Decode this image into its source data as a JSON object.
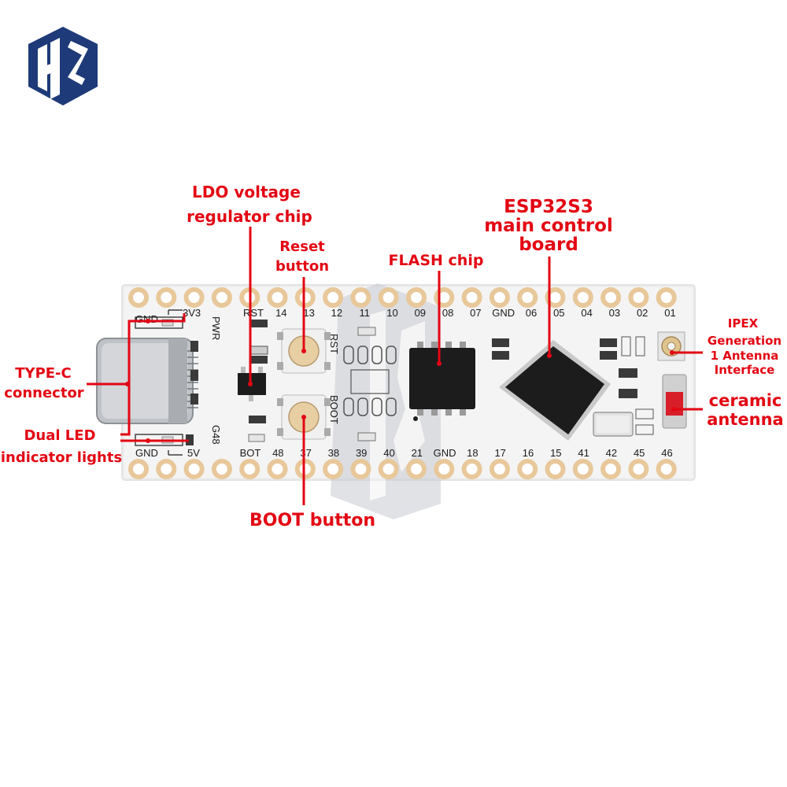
{
  "logo": {
    "name": "brand-logo",
    "color": "#1e3a78"
  },
  "colors": {
    "callout": "#e30613",
    "pad": "#e8c89a",
    "board": "#f4f4f4",
    "chip": "#1c1c1c"
  },
  "callouts": {
    "ldo_line1": "LDO voltage",
    "ldo_line2": "regulator chip",
    "reset_line1": "Reset",
    "reset_line2": "button",
    "flash": "FLASH chip",
    "esp_line1": "ESP32S3",
    "esp_line2": "main control",
    "esp_line3": "board",
    "ipex_line1": "IPEX",
    "ipex_line2": "Generation",
    "ipex_line3": "1 Antenna",
    "ipex_line4": "Interface",
    "ceramic_line1": "ceramic",
    "ceramic_line2": "antenna",
    "typec_line1": "TYPE-C",
    "typec_line2": "connector",
    "led_line1": "Dual LED",
    "led_line2": "indicator lights",
    "boot": "BOOT button"
  },
  "silkscreen": {
    "gnd_top": "GND",
    "v33": "3V3",
    "pwr": "PWR",
    "gnd_bottom": "GND",
    "v5": "5V",
    "g48": "G48",
    "rst_label": "RST",
    "boot_label": "BOOT",
    "top_pins": [
      "RST",
      "14",
      "13",
      "12",
      "11",
      "10",
      "09",
      "08",
      "07",
      "GND",
      "06",
      "05",
      "04",
      "03",
      "02",
      "01"
    ],
    "bottom_pins": [
      "BOT",
      "48",
      "37",
      "38",
      "39",
      "40",
      "21",
      "GND",
      "18",
      "17",
      "16",
      "15",
      "41",
      "42",
      "45",
      "46"
    ]
  }
}
